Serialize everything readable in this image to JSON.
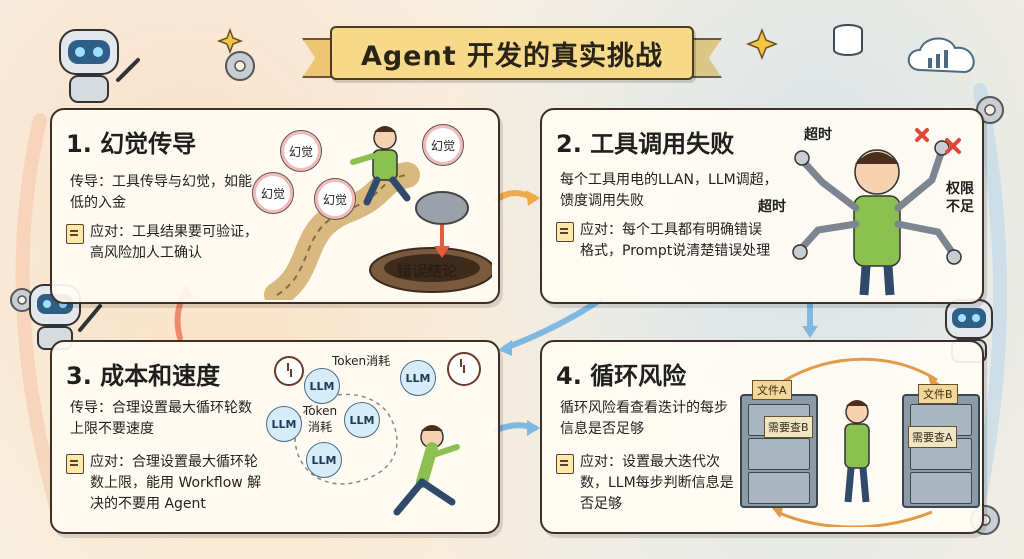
{
  "title": "Agent 开发的真实挑战",
  "panels": {
    "p1": {
      "title": "1. 幻觉传导",
      "desc": "传导：工具传导与幻觉，如能低的入金",
      "response": "应对：工具结果要可验证，高风险加人工确认",
      "tags": [
        "幻觉",
        "幻觉",
        "幻觉",
        "幻觉"
      ],
      "pit_label": "错误结论"
    },
    "p2": {
      "title": "2. 工具调用失败",
      "desc": "每个工具用电的LLAN，LLM调超，馈度调用失败",
      "response": "应对：每个工具都有明确错误格式，Prompt说清楚错误处理",
      "labels": {
        "timeout1": "超时",
        "timeout2": "超时",
        "permission": "权限不足"
      }
    },
    "p3": {
      "title": "3. 成本和速度",
      "desc": "传导：合理设置最大循环轮数上限不要速度",
      "response": "应对：合理设置最大循环轮数上限，能用 Workflow 解决的不要用 Agent",
      "token_top": "Token消耗",
      "token_center": "Token消耗",
      "llm_label": "LLM"
    },
    "p4": {
      "title": "4. 循环风险",
      "desc": "循环风险看查看迭计的每步信息是否足够",
      "response": "应对：设置最大迭代次数，LLM每步判断信息是否足够",
      "file_a": "文件A",
      "file_b": "文件B",
      "need_b": "需要查B",
      "need_a": "需要查A"
    }
  },
  "colors": {
    "banner": "#f7d98a",
    "panel_border": "#3d2f25",
    "shirt": "#8cc152",
    "llm_bubble": "#d6ecf8",
    "arrow_orange": "#f0a94b",
    "arrow_blue": "#7fb8e0"
  }
}
